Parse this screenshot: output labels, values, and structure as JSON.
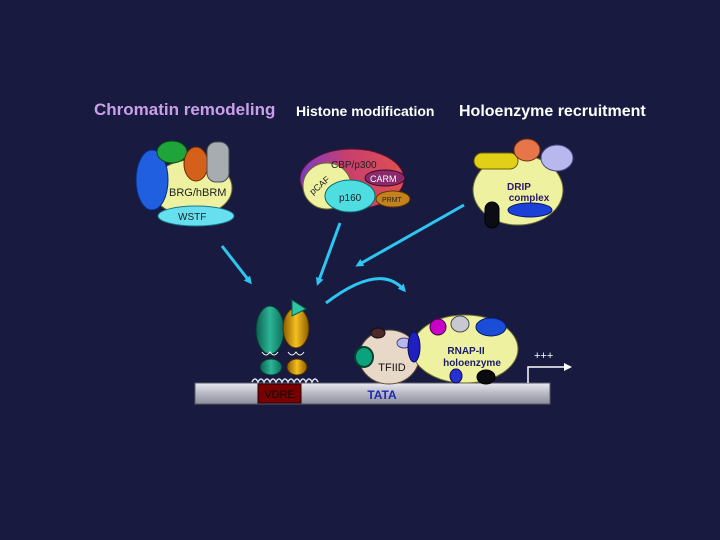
{
  "headings": {
    "chromatin": "Chromatin remodeling",
    "histone": "Histone modification",
    "holoenzyme": "Holoenzyme recruitment"
  },
  "labels": {
    "brg": "BRG/hBRM",
    "wstf": "WSTF",
    "cbp": "CBP/p300",
    "pcaf": "pCAF",
    "carm": "CARM",
    "p160": "p160",
    "prmt": "PRMT",
    "drip_line1": "DRIP",
    "drip_line2": "complex",
    "tfiid": "TFIID",
    "rnap_line1": "RNAP-II",
    "rnap_line2": "holoenzyme",
    "plus": "+++",
    "vdre": "VDRE",
    "tata": "TATA"
  },
  "colors": {
    "background": "#181a40",
    "heading_chromatin": "#c9a0e8",
    "heading_other": "#ffffff",
    "arrow": "#2cc6f0",
    "complex_fill": "#eef2a0",
    "vdre_box": "#7a0000",
    "tata_text": "#1a2ab8"
  }
}
